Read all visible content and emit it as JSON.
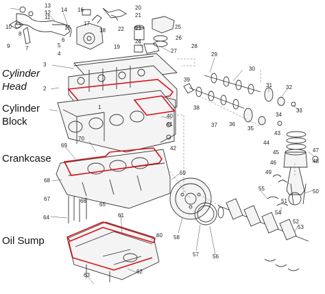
{
  "sections": {
    "cylinder_head": [
      "Cylinder",
      "Head"
    ],
    "cylinder_block": [
      "Cylinder",
      "Block"
    ],
    "crankcase": "Crankcase",
    "oil_sump": "Oil Sump"
  },
  "highlight_color": "#d8111a",
  "callouts": [
    "1",
    "2",
    "3",
    "4",
    "5",
    "6",
    "7",
    "8",
    "9",
    "10",
    "11",
    "12",
    "13",
    "14",
    "15",
    "16",
    "17",
    "18",
    "19",
    "20",
    "21",
    "22",
    "23",
    "24",
    "25",
    "26",
    "27",
    "28",
    "29",
    "30",
    "31",
    "32",
    "33",
    "34",
    "35",
    "36",
    "37",
    "38",
    "39",
    "40",
    "41",
    "42",
    "43",
    "44",
    "45",
    "46",
    "47",
    "48",
    "49",
    "50",
    "51",
    "52",
    "53",
    "54",
    "55",
    "56",
    "57",
    "58",
    "59",
    "60",
    "61",
    "62",
    "63",
    "64",
    "65",
    "66",
    "67",
    "68",
    "69",
    "70"
  ]
}
